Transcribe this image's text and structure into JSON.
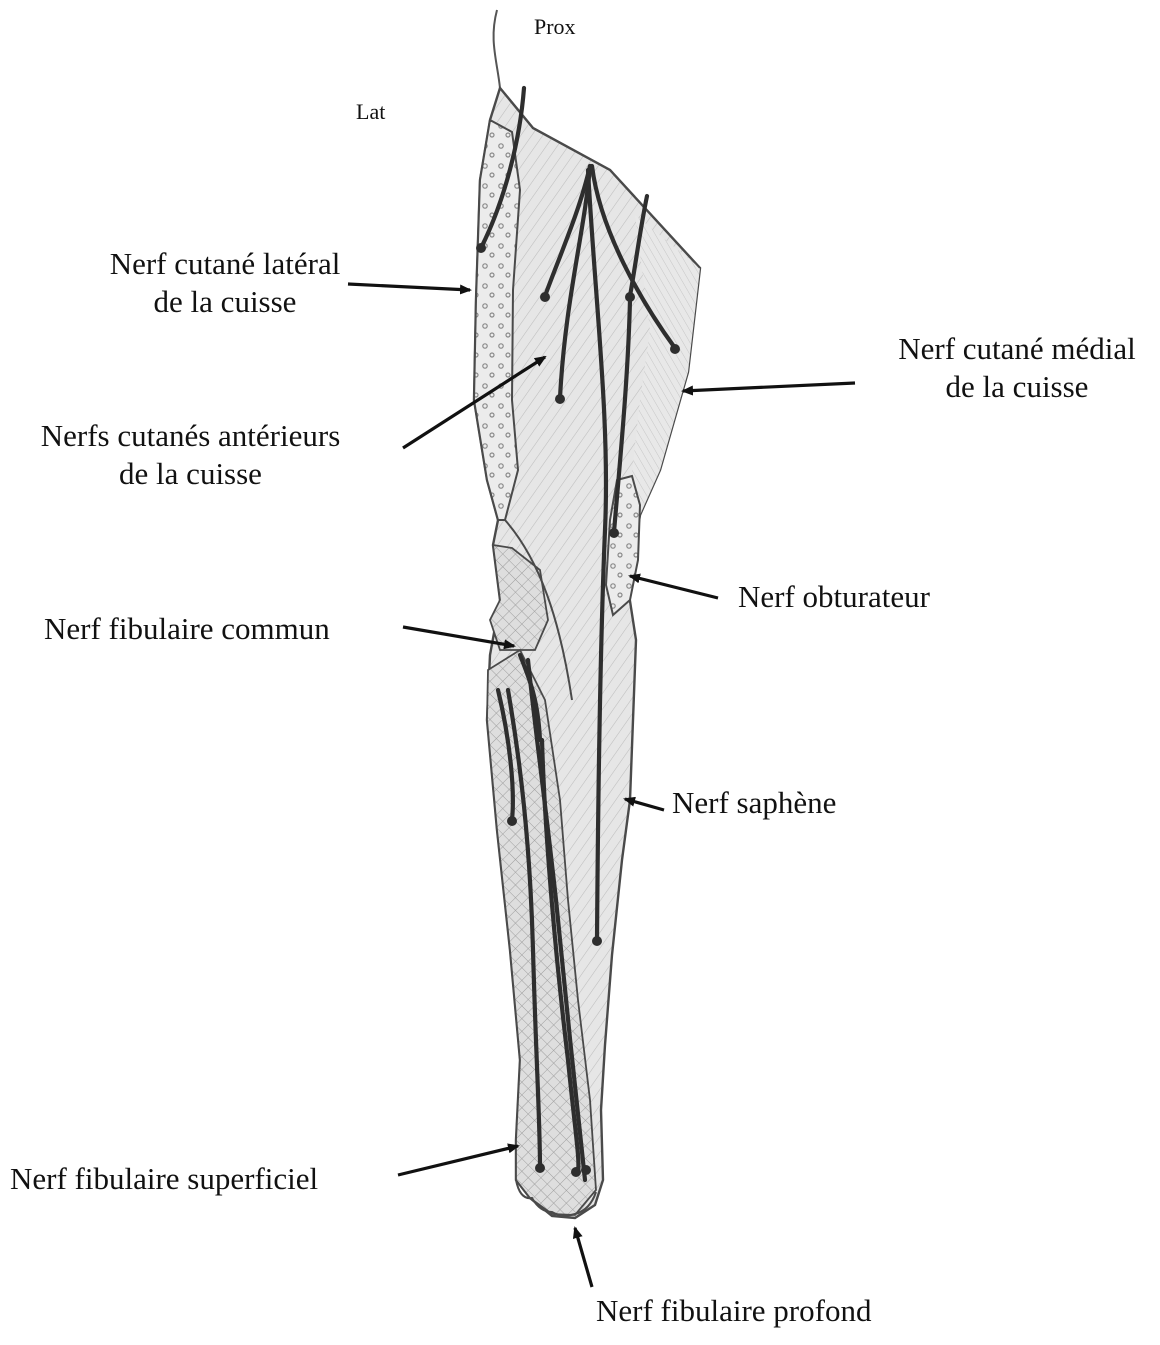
{
  "orientation": {
    "proximal": "Prox",
    "lateral": "Lat"
  },
  "labels": {
    "lateral_femoral_cutaneous": [
      "Nerf cutané latéral",
      "de la cuisse"
    ],
    "medial_femoral_cutaneous": [
      "Nerf cutané médial",
      "de la cuisse"
    ],
    "anterior_femoral_cutaneous": [
      "Nerfs cutanés antérieurs",
      "de la cuisse"
    ],
    "obturator": "Nerf obturateur",
    "common_fibular": "Nerf fibulaire commun",
    "saphenous": "Nerf saphène",
    "superficial_fibular": "Nerf fibulaire superficiel",
    "deep_fibular": "Nerf fibulaire profond"
  },
  "colors": {
    "ink": "#3a3a3a",
    "nerve": "#2e2e2e",
    "skin_fill": "#e6e6e6",
    "arrow": "#111111"
  }
}
